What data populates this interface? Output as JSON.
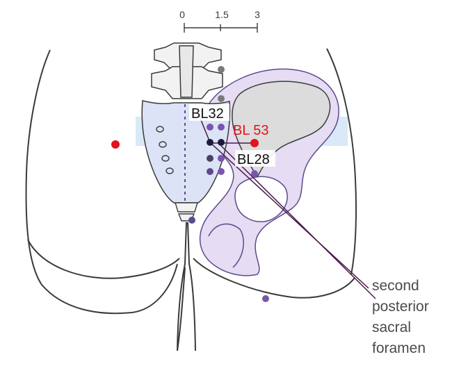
{
  "scale": {
    "ticks": [
      "0",
      "1.5",
      "3"
    ]
  },
  "labels": {
    "bl32": "BL32",
    "bl53": "BL 53",
    "bl28": "BL28",
    "callout_line1": "second",
    "callout_line2": "posterior",
    "callout_line3": "sacral",
    "callout_line4": "foramen"
  },
  "colors": {
    "outline": "#3a3a3a",
    "pelvis_fill": "#e6dcf3",
    "sacrum_fill": "#dce3f6",
    "highlight_band": "#d9e9f7",
    "point_purple": "#7a55b0",
    "point_dark": "#1b1b3a",
    "point_gray": "#7a7a7a",
    "point_red": "#e0141e",
    "label_red": "#e0141e",
    "leader_line": "#4a1a4a",
    "body_line": "#6a4ca0"
  }
}
